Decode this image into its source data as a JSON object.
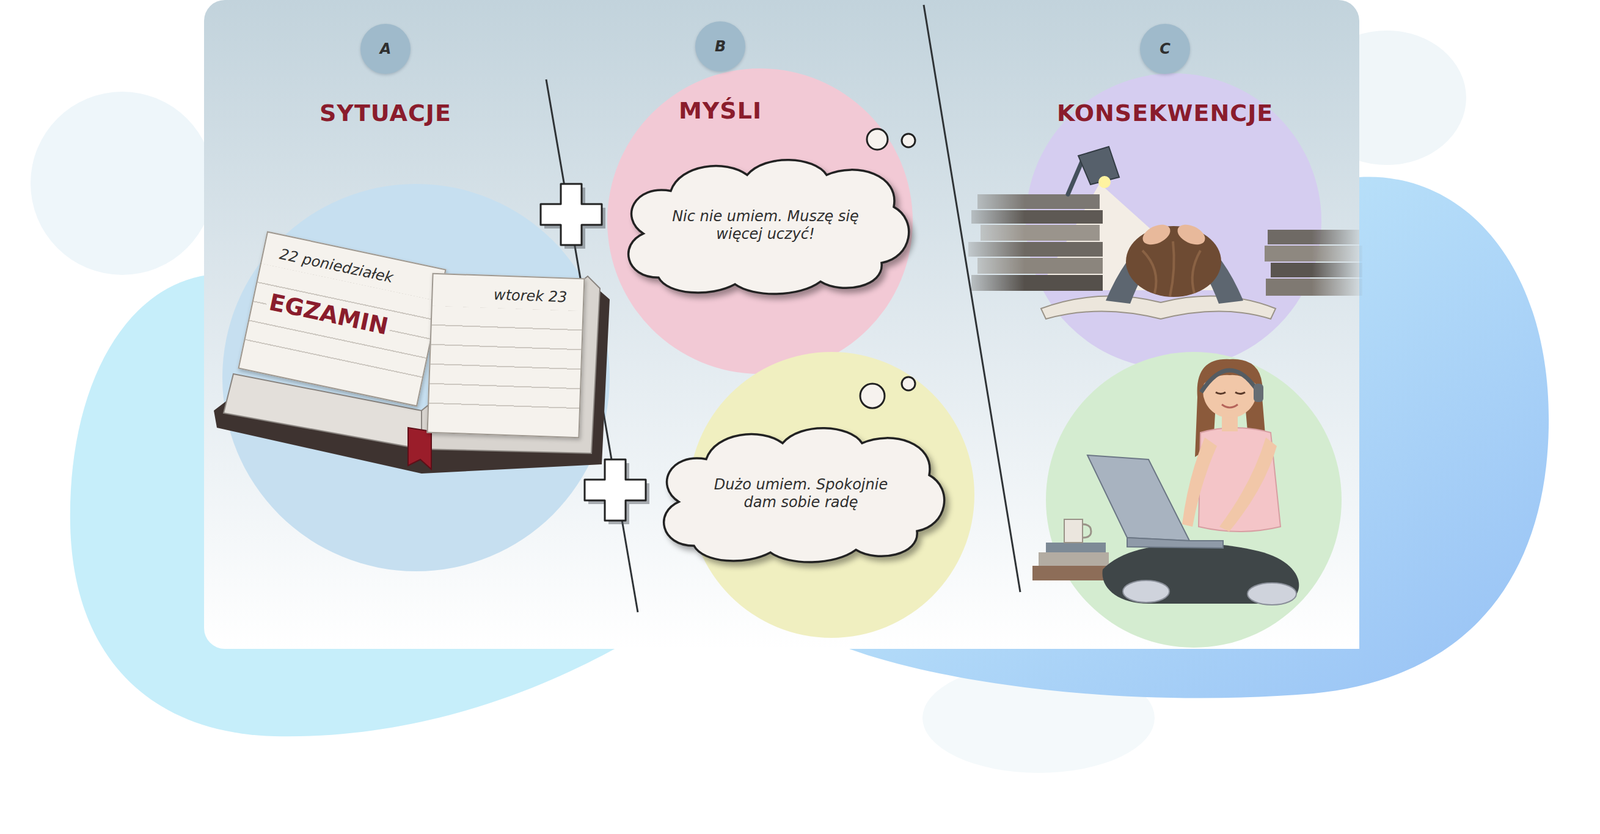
{
  "diagram": {
    "nodes": [
      {
        "text": [
          "A",
          "SYTUACJE"
        ]
      },
      {
        "text": [
          "22 poniedziałek",
          "EGZAMIN"
        ]
      },
      {
        "text": [
          "wtorek 23"
        ]
      },
      {
        "text": [
          "B",
          "MYŚLI"
        ]
      },
      {
        "text": [
          "Nic nie umiem. Muszę się więcej uczyć!"
        ]
      },
      {
        "text": [
          "Dużo umiem. Spokojnie dam sobie radę"
        ]
      },
      {
        "text": [
          "C",
          "KONSEKWENCJE"
        ]
      }
    ]
  }
}
